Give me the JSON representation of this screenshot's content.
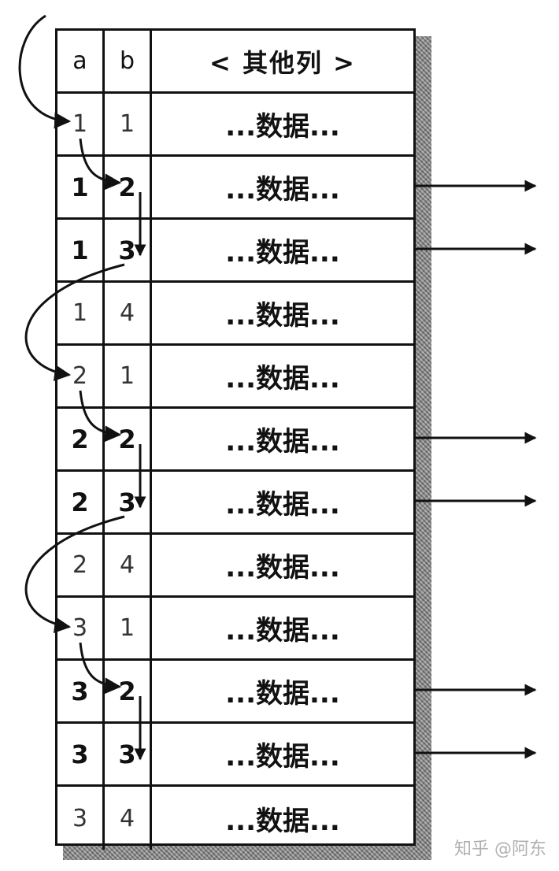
{
  "header": {
    "col_a": "a",
    "col_b": "b",
    "col_other": "< 其他列 >"
  },
  "rows": [
    {
      "a": "1",
      "b": "1",
      "data": "...数据...",
      "a_style": "light",
      "b_style": "light",
      "output": false
    },
    {
      "a": "1",
      "b": "2",
      "data": "...数据...",
      "a_style": "bold",
      "b_style": "bold",
      "output": true
    },
    {
      "a": "1",
      "b": "3",
      "data": "...数据...",
      "a_style": "bold",
      "b_style": "bold",
      "output": true
    },
    {
      "a": "1",
      "b": "4",
      "data": "...数据...",
      "a_style": "light",
      "b_style": "light",
      "output": false
    },
    {
      "a": "2",
      "b": "1",
      "data": "...数据...",
      "a_style": "light",
      "b_style": "light",
      "output": false
    },
    {
      "a": "2",
      "b": "2",
      "data": "...数据...",
      "a_style": "bold",
      "b_style": "bold",
      "output": true
    },
    {
      "a": "2",
      "b": "3",
      "data": "...数据...",
      "a_style": "bold",
      "b_style": "bold",
      "output": true
    },
    {
      "a": "2",
      "b": "4",
      "data": "...数据...",
      "a_style": "light",
      "b_style": "light",
      "output": false
    },
    {
      "a": "3",
      "b": "1",
      "data": "...数据...",
      "a_style": "light",
      "b_style": "light",
      "output": false
    },
    {
      "a": "3",
      "b": "2",
      "data": "...数据...",
      "a_style": "bold",
      "b_style": "bold",
      "output": true
    },
    {
      "a": "3",
      "b": "3",
      "data": "...数据...",
      "a_style": "bold",
      "b_style": "bold",
      "output": true
    },
    {
      "a": "3",
      "b": "4",
      "data": "...数据...",
      "a_style": "light",
      "b_style": "light",
      "output": false
    }
  ],
  "watermark": "知乎 @阿东",
  "colors": {
    "ink": "#111111",
    "watermark": "#b0b0b0"
  }
}
